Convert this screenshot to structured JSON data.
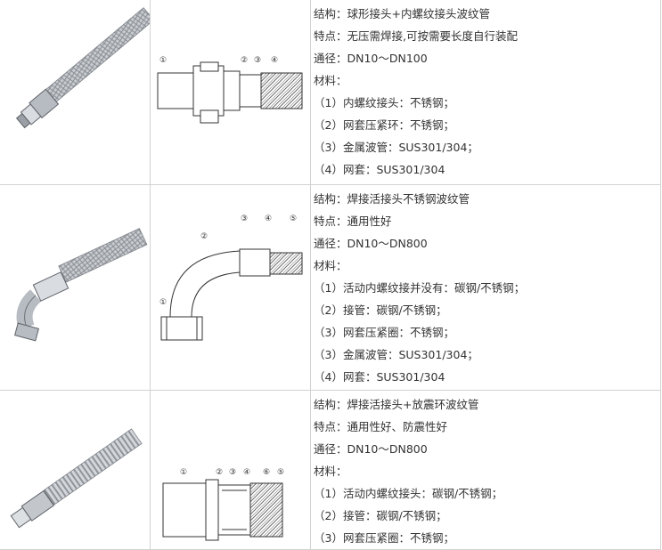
{
  "products": [
    {
      "structure": "结构：球形接头+内螺纹接头波纹管",
      "feature": "特点：无压需焊接,可按需要长度自行装配",
      "diameter": "通径：DN10～DN100",
      "material_title": "材料：",
      "materials": [
        "（1）内螺纹接头：不锈钢；",
        "（2）网套压紧环：不锈钢；",
        "（3）金属波管：SUS301/304；",
        "（4）网套：SUS301/304"
      ],
      "callouts": [
        "①",
        "②",
        "③",
        "④"
      ]
    },
    {
      "structure": "结构：焊接活接头不锈钢波纹管",
      "feature": "特点：通用性好",
      "diameter": "通径：DN10～DN800",
      "material_title": "材料：",
      "materials": [
        "（1）活动内螺纹接并没有：碳钢/不锈钢；",
        "（2）接管：碳钢/不锈钢；",
        "（3）网套压紧圈：不锈钢；",
        "（3）金属波管：SUS301/304；",
        "（4）网套：SUS301/304"
      ],
      "callouts": [
        "①",
        "②",
        "③",
        "④",
        "⑤"
      ]
    },
    {
      "structure": "结构：焊接活接头+放震环波纹管",
      "feature": "特点：通用性好、防震性好",
      "diameter": "通径：DN10～DN800",
      "material_title": "材料：",
      "materials": [
        "（1）活动内螺纹接头：碳钢/不锈钢；",
        "（2）接管：碳钢/不锈钢；",
        "（3）网套压紧圈：不锈钢；"
      ],
      "callouts": [
        "①",
        "②",
        "③",
        "④",
        "⑥",
        "⑤"
      ]
    }
  ],
  "colors": {
    "border": "#d2d2d2",
    "text": "#333333",
    "steel": "#9aa0a6"
  }
}
